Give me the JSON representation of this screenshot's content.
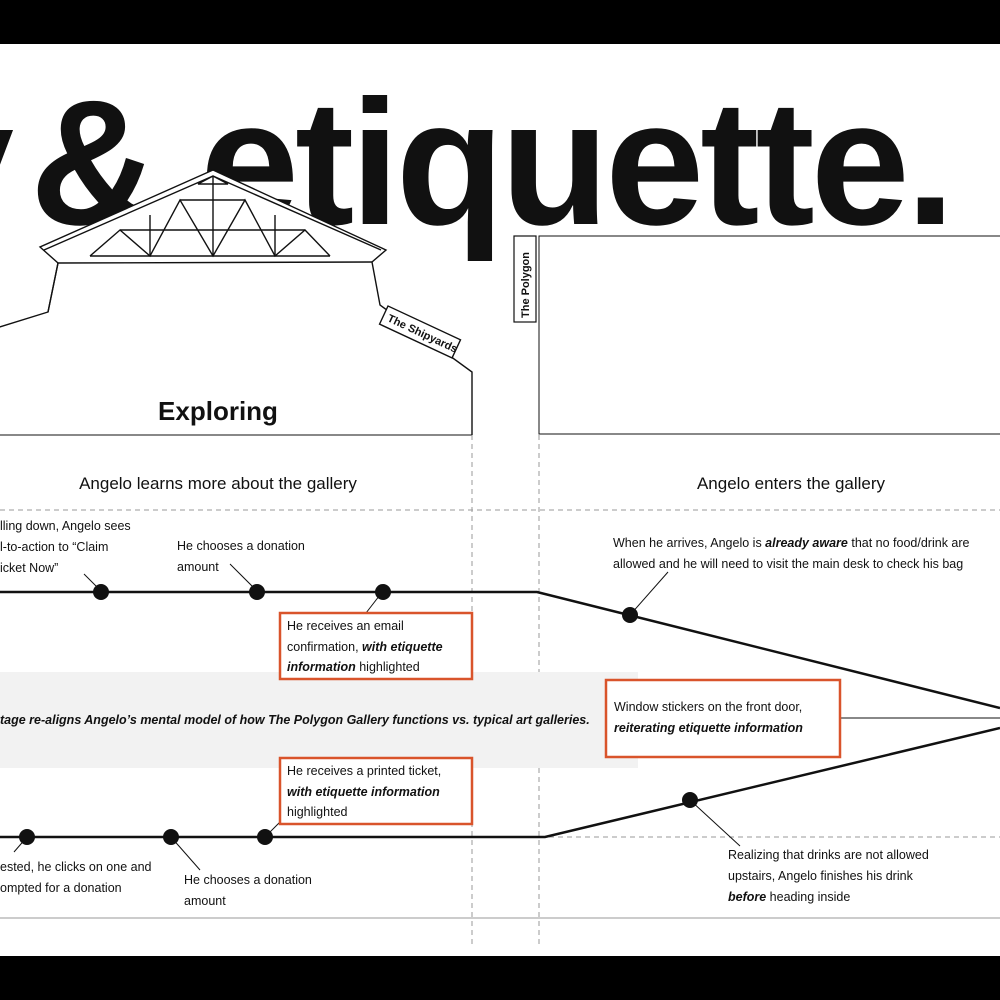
{
  "title": "& etiquette.",
  "title_prefix": "y",
  "accent_color": "#d9542b",
  "left_stage": {
    "title": "Exploring",
    "subtitle": "Angelo learns more about the gallery",
    "building_sign": "The Shipyards"
  },
  "right_stage": {
    "subtitle": "Angelo enters the gallery",
    "building_sign": "The Polygon"
  },
  "top_notes": {
    "scrolling": [
      "lling down, Angelo sees",
      "l-to-action to “Claim",
      "icket Now”"
    ],
    "donation": [
      "He chooses a donation",
      "amount"
    ],
    "arrival": {
      "line1_pre": "When he arrives, Angelo is ",
      "line1_em": "already aware",
      "line1_post": " that no food/drink are",
      "line2": "allowed and he will need to visit the main desk to check his bag"
    }
  },
  "email_box": {
    "line1": "He receives an email",
    "line2_pre": "confirmation, ",
    "line2_em": "with etiquette",
    "line3_em": "information",
    "line3_post": " highlighted"
  },
  "band_text": "tage re-aligns Angelo’s mental model of how The Polygon Gallery functions vs. typical art galleries.",
  "window_box": {
    "line1": "Window stickers on the front door,",
    "line2_em": "reiterating etiquette information"
  },
  "ticket_box": {
    "line1": "He receives a printed ticket,",
    "line2_em": "with etiquette information",
    "line3": "highlighted"
  },
  "bottom_notes": {
    "clicks": [
      "ested, he clicks on one and",
      "ompted for a donation"
    ],
    "donation": [
      "He chooses a donation",
      "amount"
    ],
    "drinks": {
      "line1": "Realizing that drinks are not allowed",
      "line2": "upstairs, Angelo finishes his drink",
      "line3_em": "before",
      "line3_post": " heading inside"
    }
  }
}
